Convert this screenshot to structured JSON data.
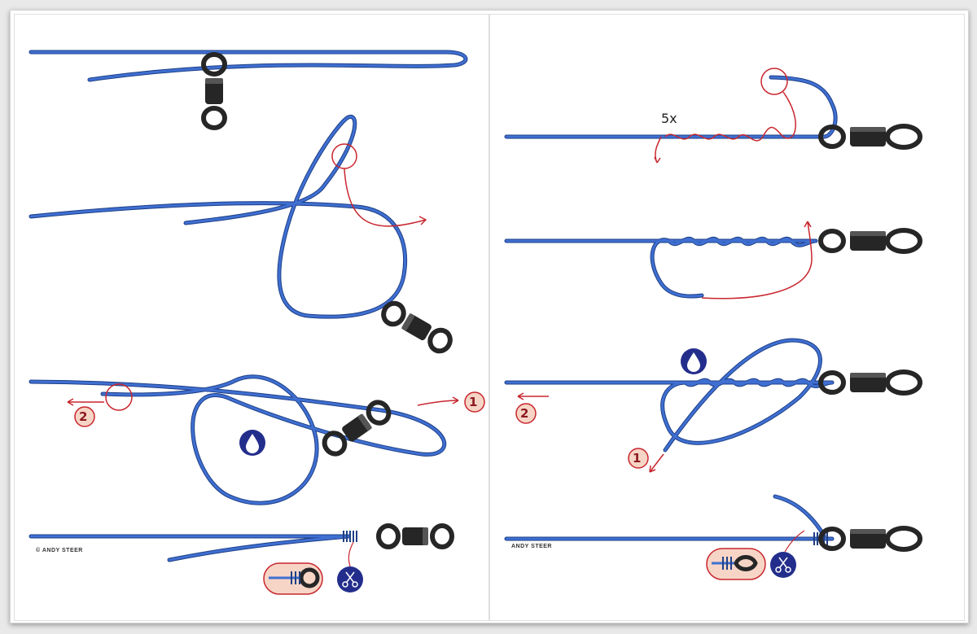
{
  "colors": {
    "line": "#3f6fd1",
    "line_outline": "#1e3f86",
    "annotation": "#c8262e",
    "step_circle_fill": "#f6d5c6",
    "hardware": "#262626",
    "badge": "#232e8c",
    "frame_bg": "#ffffff"
  },
  "left_panel": {
    "credit": "© ANDY STEER",
    "step3_markers": {
      "one": "1",
      "two": "2"
    }
  },
  "right_panel": {
    "credit": "ANDY STEER",
    "turns_label": "5x",
    "step3_markers": {
      "one": "1",
      "two": "2"
    }
  },
  "icons": [
    "swivel-icon",
    "water-drop-icon",
    "scissors-icon",
    "magnifier-detail-icon"
  ]
}
